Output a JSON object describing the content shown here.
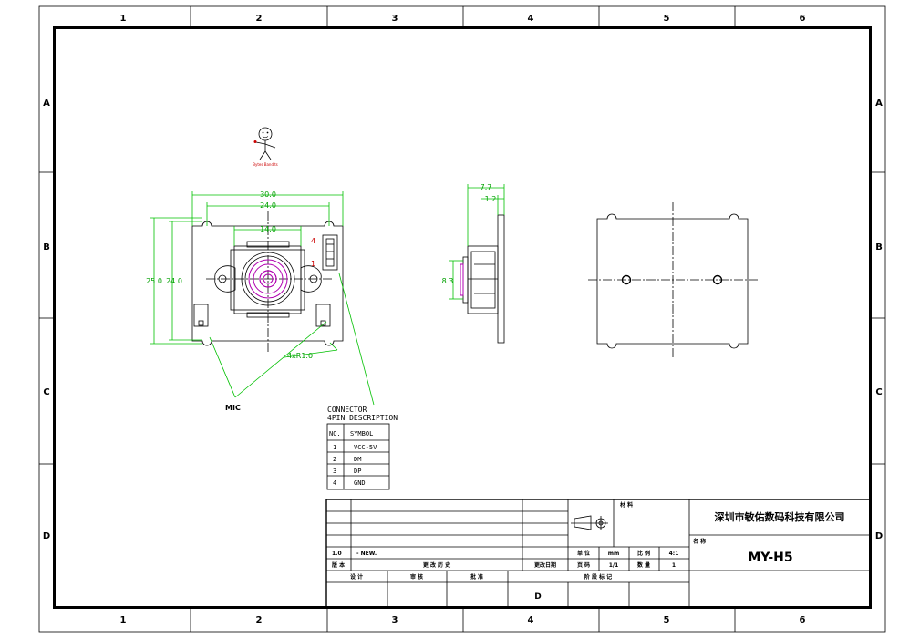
{
  "zone_columns": [
    "1",
    "2",
    "3",
    "4",
    "5",
    "6"
  ],
  "zone_rows": [
    "A",
    "B",
    "C",
    "D"
  ],
  "dimensions": {
    "width_outer": "30.0",
    "width_holes": "24.0",
    "lens_width": "14.0",
    "height_outer": "25.0",
    "height_holes": "24.0",
    "side_depth": "7.7",
    "pcb_thickness": "1.2",
    "lens_side": "8.3",
    "hole_radius": "4xR1.0"
  },
  "connector_pins_marks": [
    "4",
    "1"
  ],
  "mic_label": "MIC",
  "mascot_caption": "Bytes Bandits",
  "connector": {
    "title_line1": "CONNECTOR",
    "title_line2": "4PIN DESCRIPTION",
    "col_no": "NO.",
    "col_symbol": "SYMBOL",
    "rows": [
      {
        "no": "1",
        "symbol": "VCC-5V"
      },
      {
        "no": "2",
        "symbol": "DM"
      },
      {
        "no": "3",
        "symbol": "DP"
      },
      {
        "no": "4",
        "symbol": "GND"
      }
    ]
  },
  "title_block": {
    "material_label": "材 料",
    "company": "深圳市敏佑数码科技有限公司",
    "name_label": "名 称",
    "model": "MY-H5",
    "rev_no": "1.0",
    "rev_desc": "- NEW.",
    "version_label": "版 本",
    "change_history_label": "更 改 历 史",
    "change_date_label": "更改日期",
    "unit_label": "单 位",
    "unit_value": "mm",
    "scale_label": "比 例",
    "scale_value": "4:1",
    "page_label": "页 码",
    "page_value": "1/1",
    "qty_label": "数 量",
    "qty_value": "1",
    "design_label": "设 计",
    "review_label": "审 核",
    "approve_label": "批 准",
    "stage_label": "阶 段 标 记",
    "stage_value": "D"
  }
}
